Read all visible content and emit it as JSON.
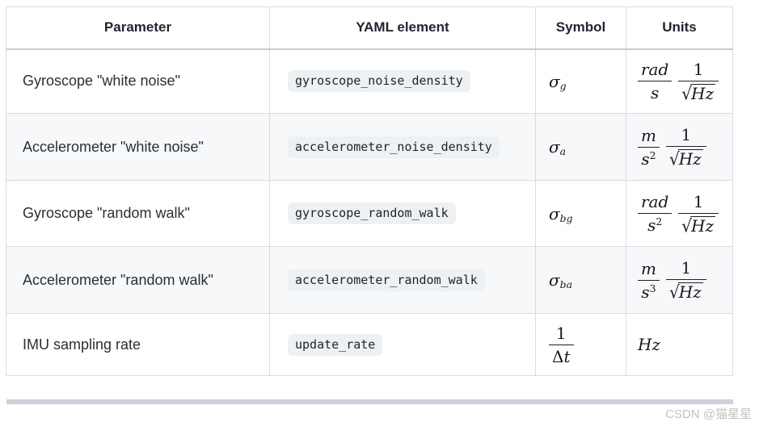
{
  "table": {
    "headers": {
      "parameter": "Parameter",
      "yaml_element": "YAML element",
      "symbol": "Symbol",
      "units": "Units"
    },
    "rows": [
      {
        "param": "Gyroscope \"white noise\"",
        "yaml": "gyroscope_noise_density",
        "symbol": {
          "base": "σ",
          "sub": "g"
        },
        "units": {
          "num": "rad",
          "den": "s",
          "den_sup": "",
          "one": "1",
          "radical": "√",
          "sqrt_arg": "Hz"
        }
      },
      {
        "param": "Accelerometer \"white noise\"",
        "yaml": "accelerometer_noise_density",
        "symbol": {
          "base": "σ",
          "sub": "a"
        },
        "units": {
          "num": "m",
          "den": "s",
          "den_sup": "2",
          "one": "1",
          "radical": "√",
          "sqrt_arg": "Hz"
        }
      },
      {
        "param": "Gyroscope \"random walk\"",
        "yaml": "gyroscope_random_walk",
        "symbol": {
          "base": "σ",
          "sub": "bg"
        },
        "units": {
          "num": "rad",
          "den": "s",
          "den_sup": "2",
          "one": "1",
          "radical": "√",
          "sqrt_arg": "Hz"
        }
      },
      {
        "param": "Accelerometer \"random walk\"",
        "yaml": "accelerometer_random_walk",
        "symbol": {
          "base": "σ",
          "sub": "ba"
        },
        "units": {
          "num": "m",
          "den": "s",
          "den_sup": "3",
          "one": "1",
          "radical": "√",
          "sqrt_arg": "Hz"
        }
      },
      {
        "param": "IMU sampling rate",
        "yaml": "update_rate",
        "symbol": {
          "num": "1",
          "den_prefix": "Δ",
          "den": "t"
        },
        "units": {
          "text": "Hz"
        }
      }
    ]
  },
  "watermark": "CSDN @猫星星",
  "colors": {
    "row_alt_bg": "#f6f8fa",
    "border": "#d8dde3",
    "code_pill_bg": "#eef1f3",
    "footer_rule": "#ccd3da",
    "text": "#24292f"
  }
}
